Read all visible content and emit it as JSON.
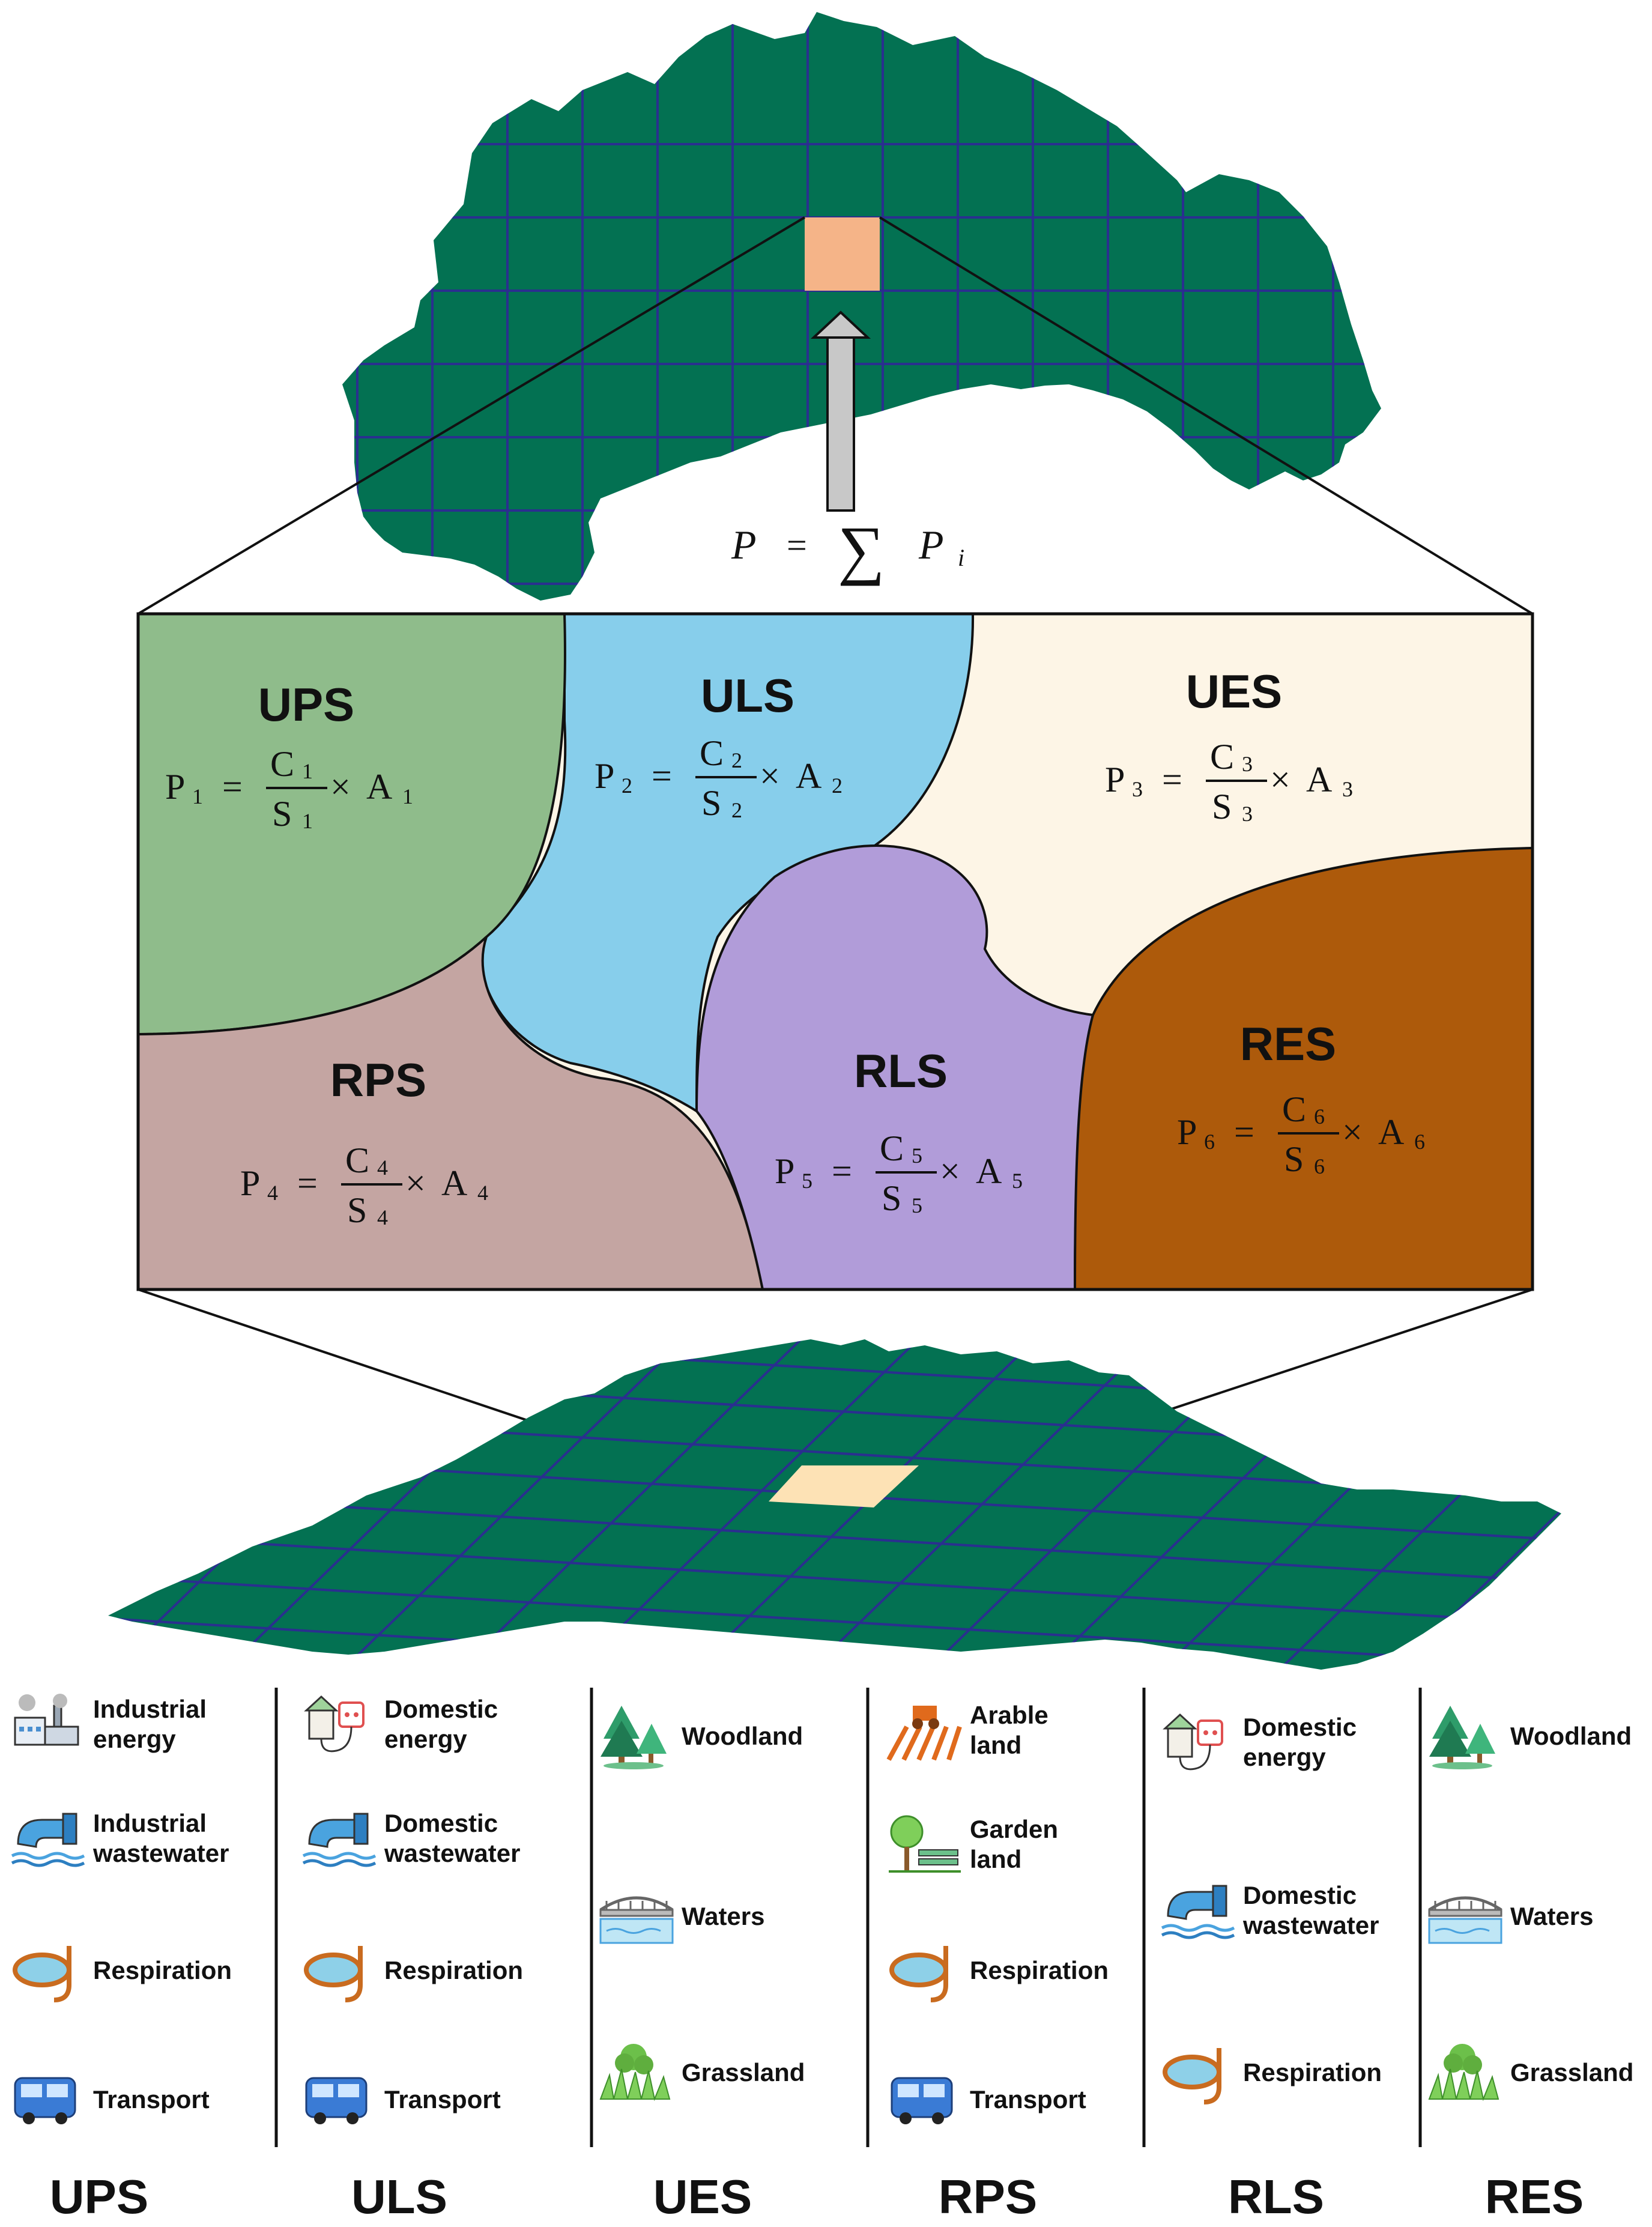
{
  "formula_top": {
    "P": "P",
    "equals": "=",
    "sum": "∑",
    "Pi": "P",
    "sub": "i"
  },
  "zones": [
    {
      "id": "UPS",
      "title": "UPS",
      "P": "P",
      "sub": "1",
      "C": "C",
      "S": "S",
      "A": "A",
      "times": "×",
      "equals": "=",
      "color": "#8fbc8b"
    },
    {
      "id": "ULS",
      "title": "ULS",
      "P": "P",
      "sub": "2",
      "C": "C",
      "S": "S",
      "A": "A",
      "times": "×",
      "equals": "=",
      "color": "#87ceeb"
    },
    {
      "id": "UES",
      "title": "UES",
      "P": "P",
      "sub": "3",
      "C": "C",
      "S": "S",
      "A": "A",
      "times": "×",
      "equals": "=",
      "color": "#fdf5e6"
    },
    {
      "id": "RPS",
      "title": "RPS",
      "P": "P",
      "sub": "4",
      "C": "C",
      "S": "S",
      "A": "A",
      "times": "×",
      "equals": "=",
      "color": "#c4a5a2"
    },
    {
      "id": "RLS",
      "title": "RLS",
      "P": "P",
      "sub": "5",
      "C": "C",
      "S": "S",
      "A": "A",
      "times": "×",
      "equals": "=",
      "color": "#b19cd9"
    },
    {
      "id": "RES",
      "title": "RES",
      "P": "P",
      "sub": "6",
      "C": "C",
      "S": "S",
      "A": "A",
      "times": "×",
      "equals": "=",
      "color": "#ad5a0b"
    }
  ],
  "columns": [
    {
      "label": "UPS",
      "items": [
        {
          "icon": "factory-icon",
          "lines": [
            "Industrial",
            "energy"
          ]
        },
        {
          "icon": "wastewater-pipe-icon",
          "lines": [
            "Industrial",
            "wastewater"
          ]
        },
        {
          "icon": "snorkel-mask-icon",
          "lines": [
            "Respiration"
          ]
        },
        {
          "icon": "bus-icon",
          "lines": [
            "Transport"
          ]
        }
      ]
    },
    {
      "label": "ULS",
      "items": [
        {
          "icon": "domestic-energy-icon",
          "lines": [
            "Domestic",
            "energy"
          ]
        },
        {
          "icon": "wastewater-pipe-icon",
          "lines": [
            "Domestic",
            "wastewater"
          ]
        },
        {
          "icon": "snorkel-mask-icon",
          "lines": [
            "Respiration"
          ]
        },
        {
          "icon": "bus-icon",
          "lines": [
            "Transport"
          ]
        }
      ]
    },
    {
      "label": "UES",
      "items": [
        {
          "icon": "tree-icon",
          "lines": [
            "Woodland"
          ]
        },
        {
          "icon": "bridge-water-icon",
          "lines": [
            "Waters"
          ]
        },
        {
          "icon": "grass-icon",
          "lines": [
            "Grassland"
          ]
        }
      ]
    },
    {
      "label": "RPS",
      "items": [
        {
          "icon": "tractor-field-icon",
          "lines": [
            "Arable",
            "land"
          ]
        },
        {
          "icon": "garden-bench-icon",
          "lines": [
            "Garden",
            "land"
          ]
        },
        {
          "icon": "snorkel-mask-icon",
          "lines": [
            "Respiration"
          ]
        },
        {
          "icon": "bus-icon",
          "lines": [
            "Transport"
          ]
        }
      ]
    },
    {
      "label": "RLS",
      "items": [
        {
          "icon": "domestic-energy-icon",
          "lines": [
            "Domestic",
            "energy"
          ]
        },
        {
          "icon": "wastewater-pipe-icon",
          "lines": [
            "Domestic",
            "wastewater"
          ]
        },
        {
          "icon": "snorkel-mask-icon",
          "lines": [
            "Respiration"
          ]
        }
      ]
    },
    {
      "label": "RES",
      "items": [
        {
          "icon": "tree-icon",
          "lines": [
            "Woodland"
          ]
        },
        {
          "icon": "bridge-water-icon",
          "lines": [
            "Waters"
          ]
        },
        {
          "icon": "grass-icon",
          "lines": [
            "Grassland"
          ]
        }
      ]
    }
  ],
  "colors": {
    "map_green": "#037152",
    "grid_blue": "#2a2f8f",
    "cell_top": "#f5b488",
    "cell_bottom": "#fde2b5"
  }
}
